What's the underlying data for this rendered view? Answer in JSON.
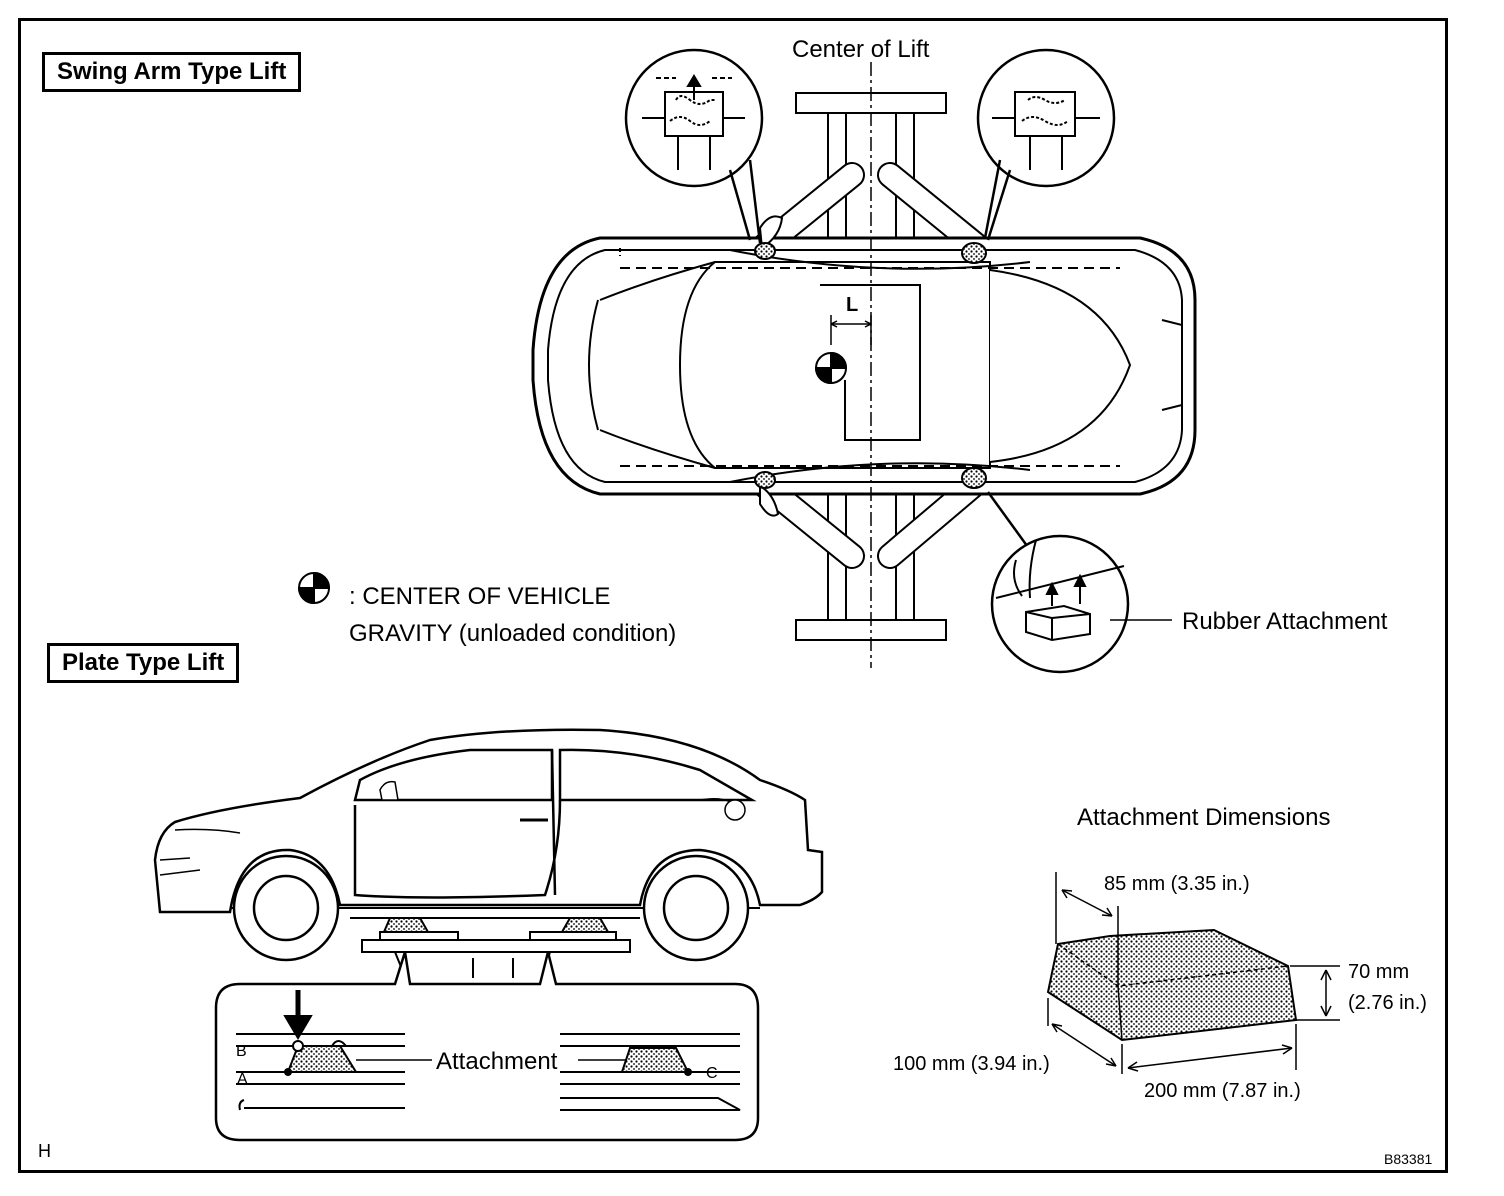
{
  "titles": {
    "swing_arm": "Swing Arm Type Lift",
    "plate": "Plate Type Lift"
  },
  "labels": {
    "center_of_lift": "Center of Lift",
    "L": "L",
    "center_gravity_line1": ": CENTER OF VEHICLE",
    "center_gravity_line2": "GRAVITY (unloaded condition)",
    "rubber_attachment": "Rubber Attachment",
    "attachment": "Attachment",
    "attachment_dimensions": "Attachment Dimensions",
    "point_A": "A",
    "point_B": "B",
    "point_C": "C"
  },
  "dimensions": {
    "width": "85 mm (3.35 in.)",
    "height_mm": "70 mm",
    "height_in": "(2.76 in.)",
    "depth": "100 mm (3.94 in.)",
    "length": "200 mm (7.87 in.)"
  },
  "corner_marks": {
    "page_code": "H",
    "figure_id": "B83381"
  }
}
